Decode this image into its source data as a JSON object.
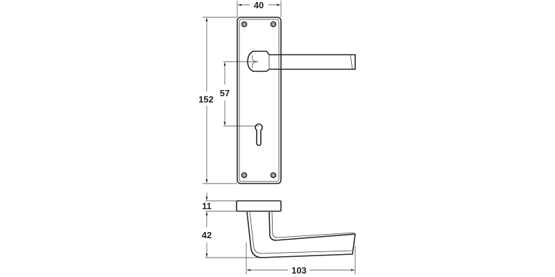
{
  "drawing": {
    "dimensions": {
      "plate_width": "40",
      "plate_height": "152",
      "lever_to_keyhole": "57",
      "rose_depth": "11",
      "lever_projection": "42",
      "lever_length": "103"
    },
    "line_color": "#222222"
  }
}
